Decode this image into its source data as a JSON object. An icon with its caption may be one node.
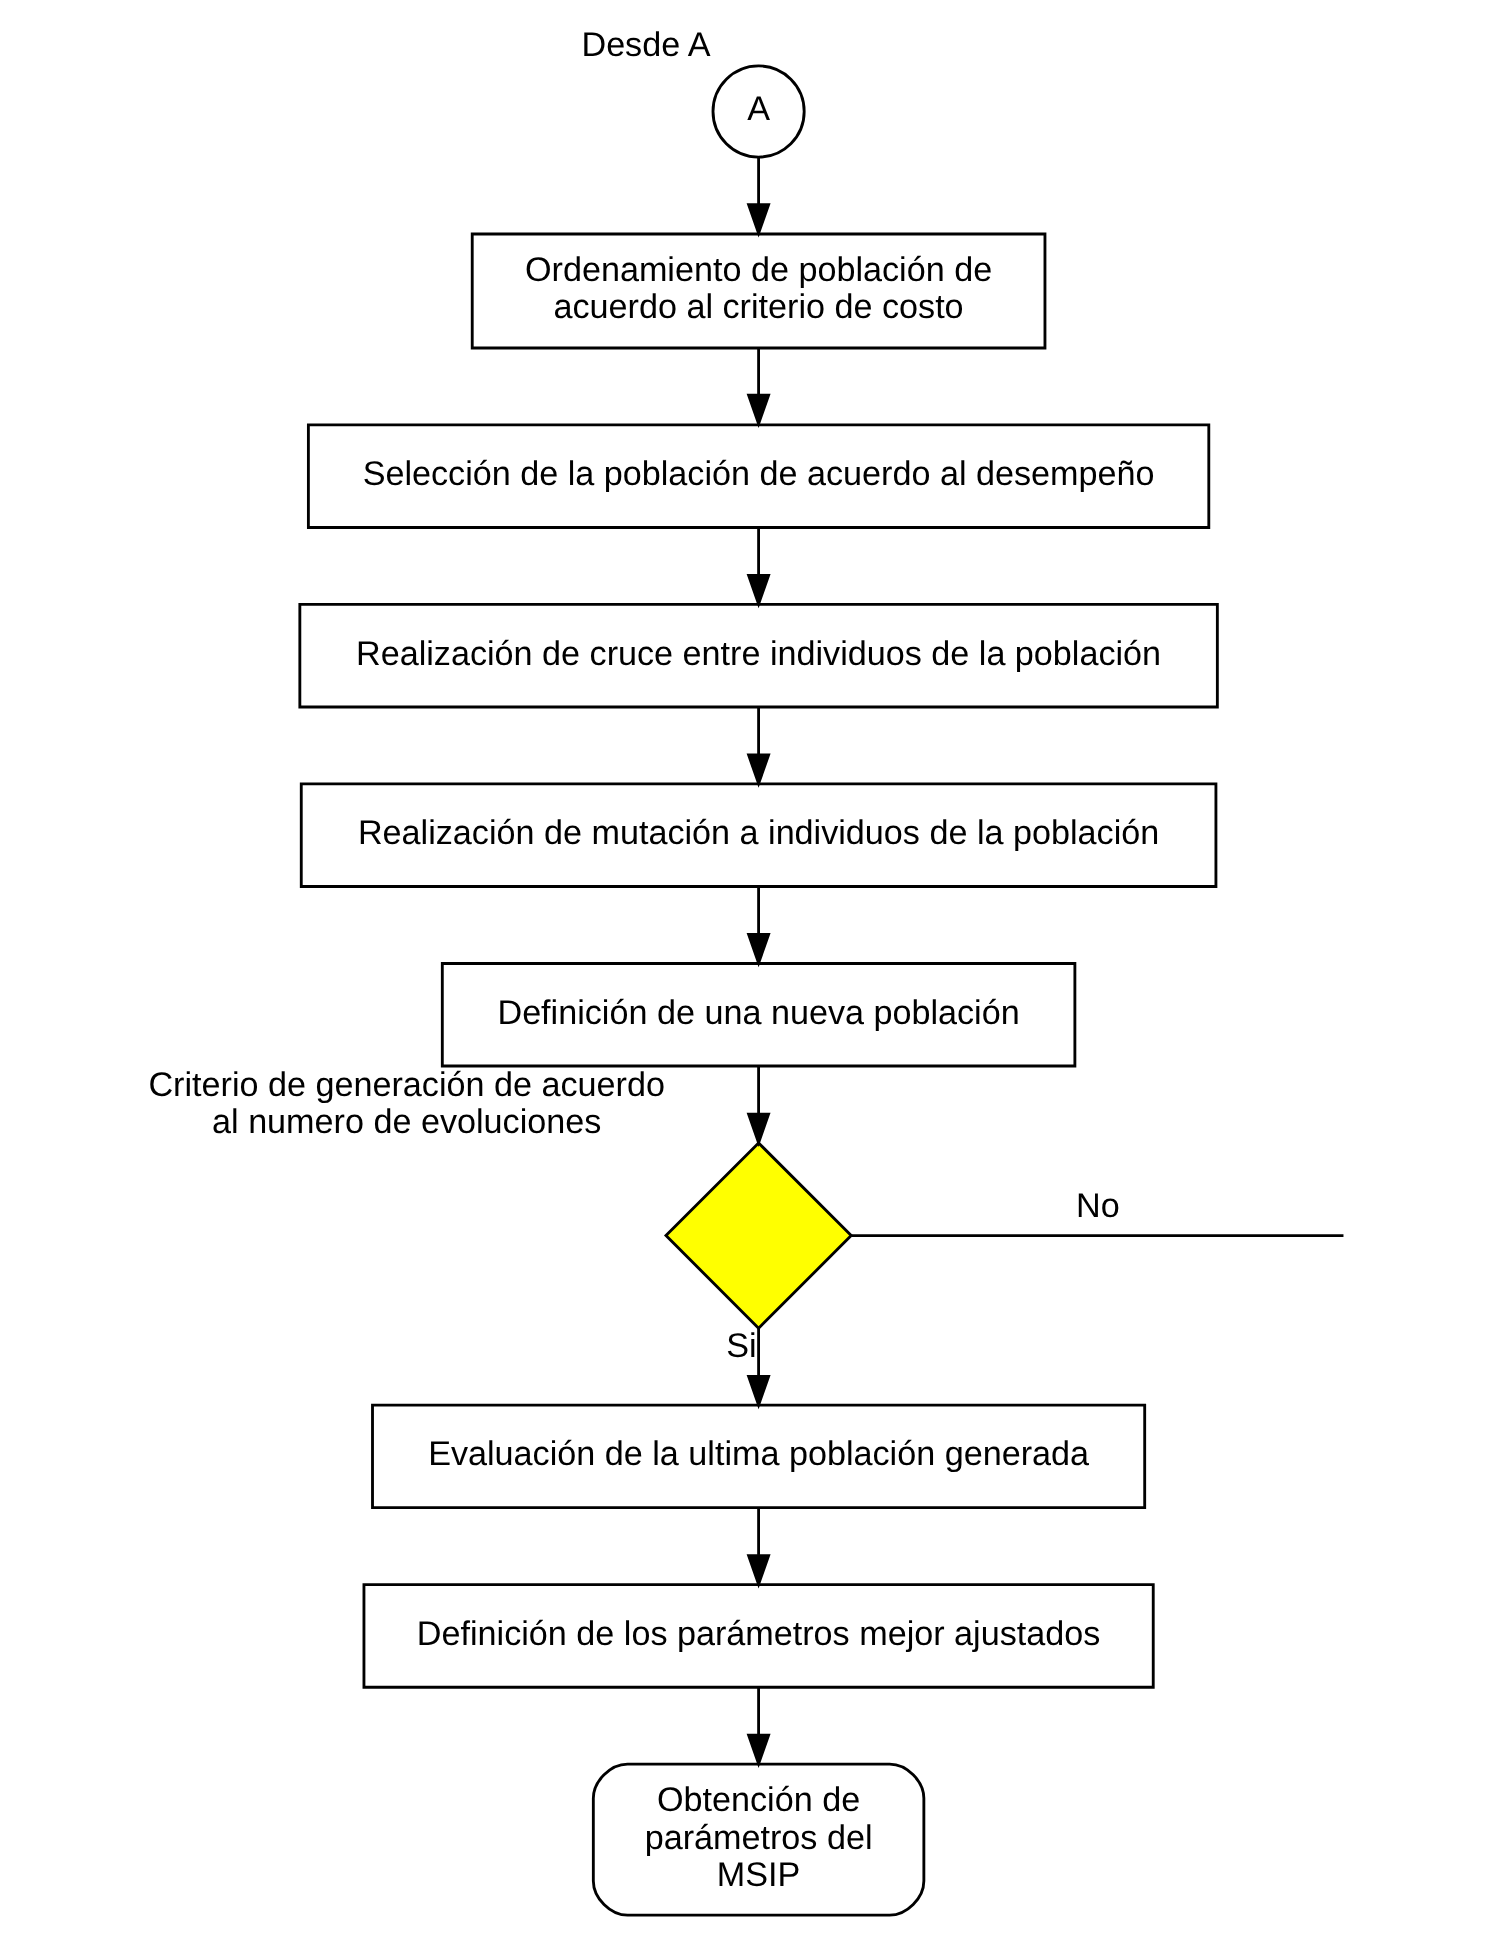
{
  "diagram": {
    "nodes": [
      {
        "text": [
          "A"
        ],
        "beside": [
          "Desde A"
        ]
      },
      {
        "text": [
          "Ordenamiento de población de acuerdo al criterio de costo"
        ]
      },
      {
        "text": [
          "Selección de la población de acuerdo al desempeño"
        ]
      },
      {
        "text": [
          "Realización de cruce entre individuos de la población"
        ]
      },
      {
        "text": [
          "Realización de mutación a individuos de la población"
        ]
      },
      {
        "text": [
          "Definición de una nueva población"
        ]
      },
      {
        "text": [],
        "shape": "diamond",
        "beside": [
          "Criterio de generación de acuerdo al numero de evoluciones"
        ]
      },
      {
        "text": [
          "Evaluación de la ultima población generada"
        ]
      },
      {
        "text": [
          "Definición de los parámetros mejor ajustados"
        ]
      },
      {
        "text": [
          "Obtención de parámetros del MSIP"
        ]
      }
    ],
    "edges": [
      {
        "from": 0,
        "to": 1,
        "arrow": "to"
      },
      {
        "from": 1,
        "to": 2,
        "arrow": "to"
      },
      {
        "from": 2,
        "to": 3,
        "arrow": "to"
      },
      {
        "from": 3,
        "to": 4,
        "arrow": "to"
      },
      {
        "from": 4,
        "to": 5,
        "arrow": "to"
      },
      {
        "from": 5,
        "to": 6,
        "arrow": "to"
      },
      {
        "from": 6,
        "to": 7,
        "arrow": "to",
        "label": "Si"
      },
      {
        "from": 6,
        "to": null,
        "arrow": "none",
        "label": "No"
      },
      {
        "from": 7,
        "to": 8,
        "arrow": "to"
      },
      {
        "from": 8,
        "to": 9,
        "arrow": "to"
      }
    ]
  }
}
